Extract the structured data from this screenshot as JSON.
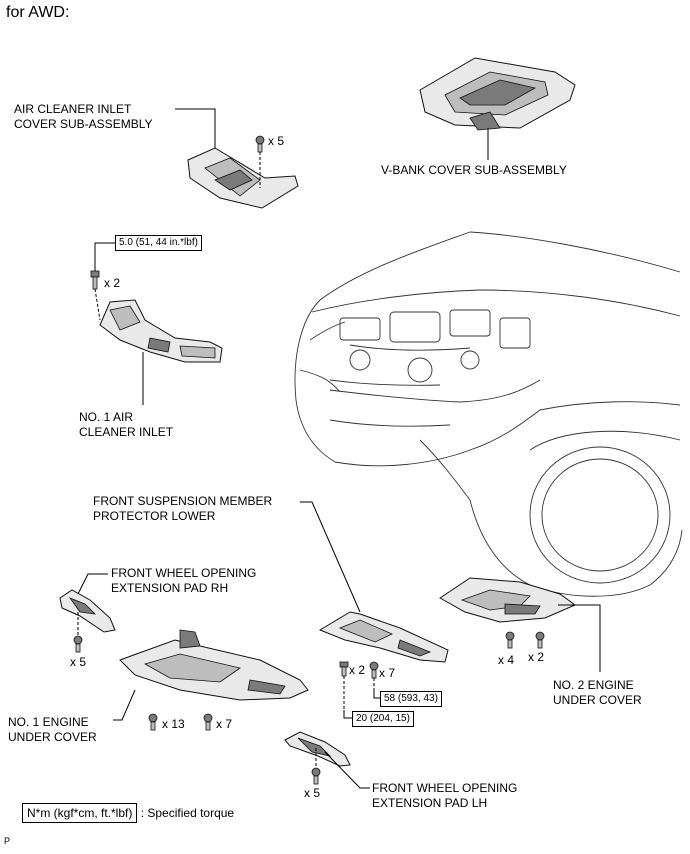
{
  "heading": "for AWD:",
  "parts": {
    "air_cleaner_inlet_cover": [
      "AIR CLEANER INLET",
      "COVER SUB-ASSEMBLY"
    ],
    "v_bank_cover": [
      "V-BANK COVER SUB-ASSEMBLY"
    ],
    "no1_air_cleaner_inlet": [
      "NO. 1 AIR",
      "CLEANER INLET"
    ],
    "front_suspension_member_protector": [
      "FRONT SUSPENSION MEMBER",
      "PROTECTOR LOWER"
    ],
    "front_wheel_pad_rh": [
      "FRONT WHEEL OPENING",
      "EXTENSION PAD RH"
    ],
    "no2_engine_under_cover": [
      "NO. 2 ENGINE",
      "UNDER COVER"
    ],
    "no1_engine_under_cover": [
      "NO. 1 ENGINE",
      "UNDER COVER"
    ],
    "front_wheel_pad_lh": [
      "FRONT WHEEL OPENING",
      "EXTENSION PAD LH"
    ]
  },
  "torques": {
    "air_cleaner_inlet_bolt": "5.0 (51, 44 in.*lbf)",
    "protector_bolt_58": "58 (593, 43)",
    "protector_bolt_20": "20 (204, 15)"
  },
  "counts": {
    "cover_clips": "x 5",
    "inlet_bolts": "x 2",
    "pad_rh_clips": "x 5",
    "protector_bolts_a": "x 2",
    "protector_bolts_b": "x 7",
    "no2_bolts_a": "x 4",
    "no2_bolts_b": "x 2",
    "no1_bolts_a": "x 13",
    "no1_bolts_b": "x 7",
    "pad_lh_clips": "x 5"
  },
  "legend": {
    "unit": "N*m (kgf*cm, ft.*lbf)",
    "text": ": Specified torque"
  },
  "footer_code": "P"
}
